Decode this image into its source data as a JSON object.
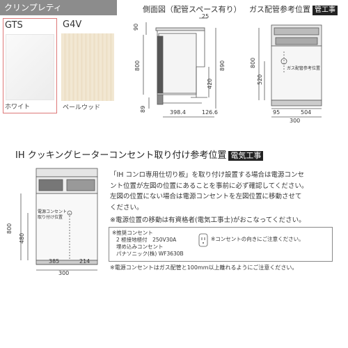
{
  "header": {
    "series": "クリンプレティ"
  },
  "swatches": [
    {
      "code": "GTS",
      "name": "ホワイト"
    },
    {
      "code": "G4V",
      "name": "ペールウッド"
    }
  ],
  "side_view": {
    "title": "側面図（配管スペース有り）",
    "dims": {
      "d25": "25",
      "d90": "90",
      "d800": "800",
      "d890": "890",
      "d420": "420",
      "d89": "89",
      "d398": "398.4",
      "d126": "126.6"
    }
  },
  "gas_view": {
    "title": "ガス配管参考位置",
    "tag": "管工事",
    "label": "ガス配管参考位置",
    "dims": {
      "d800": "800",
      "d520": "520",
      "d95": "95",
      "d504": "504",
      "d300": "300"
    }
  },
  "ih_view": {
    "title": "IH クッキングヒーターコンセント取り付け参考位置",
    "tag": "電気工事",
    "label_line1": "電源コンセント",
    "label_line2": "取り付け位置",
    "dims": {
      "d800": "800",
      "d480": "480",
      "d385": "385",
      "d214": "214",
      "d300": "300"
    }
  },
  "body_text": {
    "p1_l1": "「IH コンロ専用仕切り板」を取り付け設置する場合は電源コンセ",
    "p1_l2": "ント位置が左図の位置にあることを事前に必ず確認してください。",
    "p1_l3": "左図の位置にない場合は電源コンセントを左図位置に移動させて",
    "p1_l4": "ください。",
    "p2": "※電源位置の移動は有資格者(電気工事士)がおこなってください。"
  },
  "note_box": {
    "l1": "※推奨コンセント",
    "l2": "2 極接地極付　250V30A",
    "l3": "埋め込みコンセント",
    "l4": "パナソニック(株) WF3630B",
    "side": "※コンセントの向きにご注意ください。"
  },
  "footer_note": "※電源コンセントはガス配管と100mm以上離れるようにご注意ください。"
}
